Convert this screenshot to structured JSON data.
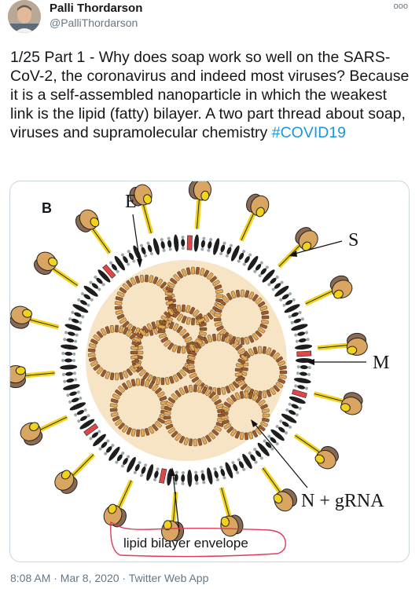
{
  "user": {
    "display_name": "Palli Thordarson",
    "handle": "@PalliThordarson"
  },
  "more_menu": "ooo",
  "tweet": {
    "text": "1/25 Part 1 - Why does soap work so well on the SARS-CoV-2, the coronavirus and indeed most viruses? Because it is a self-assembled nanoparticle in which the weakest link is the lipid (fatty) bilayer. A two part thread about soap, viruses and supramolecular chemistry ",
    "hashtag": "#COVID19"
  },
  "figure": {
    "panel_label": "B",
    "labels": {
      "e": "E",
      "s": "S",
      "m": "M",
      "n": "N + gRNA",
      "envelope": "lipid bilayer envelope"
    },
    "colors": {
      "spike_yellow": "#f2d31b",
      "spike_tan": "#d9a560",
      "spike_brown": "#8a6a52",
      "membrane_black": "#1e1e1e",
      "lipid_gray": "#9aa8ae",
      "envelope_red": "#e04848",
      "rna_light": "#e3a853",
      "rna_dark": "#9b5a2c",
      "highlight_box": "#e03a5a"
    }
  },
  "footer": {
    "timestamp": "8:08 AM · Mar 8, 2020 · Twitter Web App"
  }
}
